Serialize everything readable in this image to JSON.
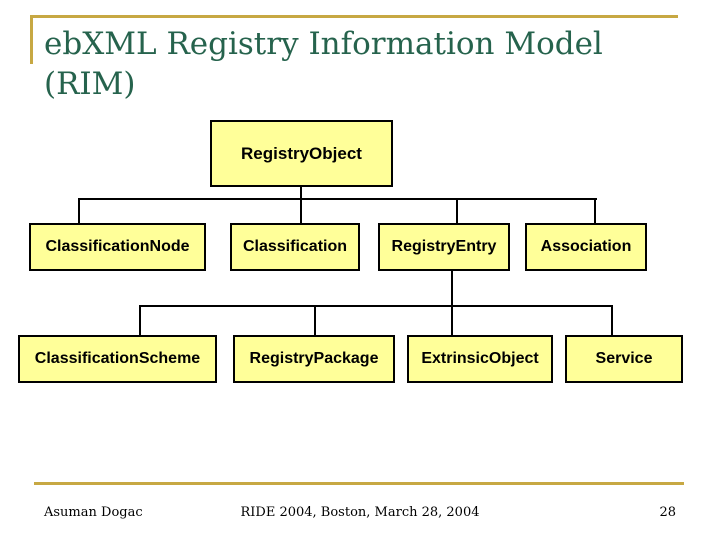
{
  "slide": {
    "title_line1": "ebXML Registry Information Model",
    "title_line2": "(RIM)"
  },
  "diagram": {
    "root": {
      "label": "RegistryObject"
    },
    "level2": [
      {
        "label": "ClassificationNode"
      },
      {
        "label": "Classification"
      },
      {
        "label": "RegistryEntry"
      },
      {
        "label": "Association"
      }
    ],
    "level3": [
      {
        "label": "ClassificationScheme"
      },
      {
        "label": "RegistryPackage"
      },
      {
        "label": "ExtrinsicObject"
      },
      {
        "label": "Service"
      }
    ]
  },
  "footer": {
    "author": "Asuman Dogac",
    "conference": "RIDE 2004, Boston, March 28, 2004",
    "page_number": "28"
  },
  "colors": {
    "box_fill": "#FFFF99",
    "box_border": "#000000",
    "accent_gold": "#C7A843",
    "title_green": "#26634D"
  }
}
